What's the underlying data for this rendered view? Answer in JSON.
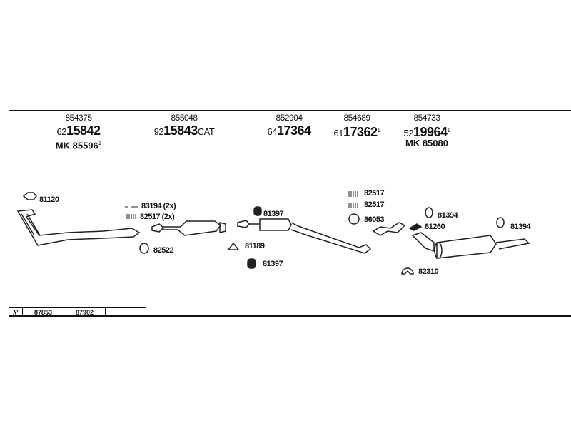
{
  "header_columns": [
    {
      "ref": "854375",
      "prefix": "62",
      "number": "15842",
      "suffix": "",
      "mk": "MK 85596",
      "mk_note": "1",
      "note": ""
    },
    {
      "ref": "855048",
      "prefix": "92",
      "number": "15843",
      "suffix": "CAT",
      "mk": "",
      "mk_note": "",
      "note": ""
    },
    {
      "ref": "852904",
      "prefix": "64",
      "number": "17364",
      "suffix": "",
      "mk": "",
      "mk_note": "",
      "note": ""
    },
    {
      "ref": "854689",
      "prefix": "61",
      "number": "17362",
      "suffix": "",
      "mk": "",
      "mk_note": "",
      "note": "1"
    },
    {
      "ref": "854733",
      "prefix": "52",
      "number": "19964",
      "suffix": "",
      "mk": "MK 85080",
      "mk_note": "",
      "note": "1"
    }
  ],
  "part_labels": {
    "p81120": "81120",
    "p83194": "83194 (2x)",
    "p82517a": "82517 (2x)",
    "p82522": "82522",
    "p81397a": "81397",
    "p81189": "81189",
    "p81397b": "81397",
    "p82517b": "82517",
    "p82517c": "82517",
    "p86053": "86053",
    "p81394a": "81394",
    "p81260": "81260",
    "p81394b": "81394",
    "p82310": "82310"
  },
  "bottom_table": [
    "λ¹",
    "87853",
    "87902",
    ""
  ]
}
